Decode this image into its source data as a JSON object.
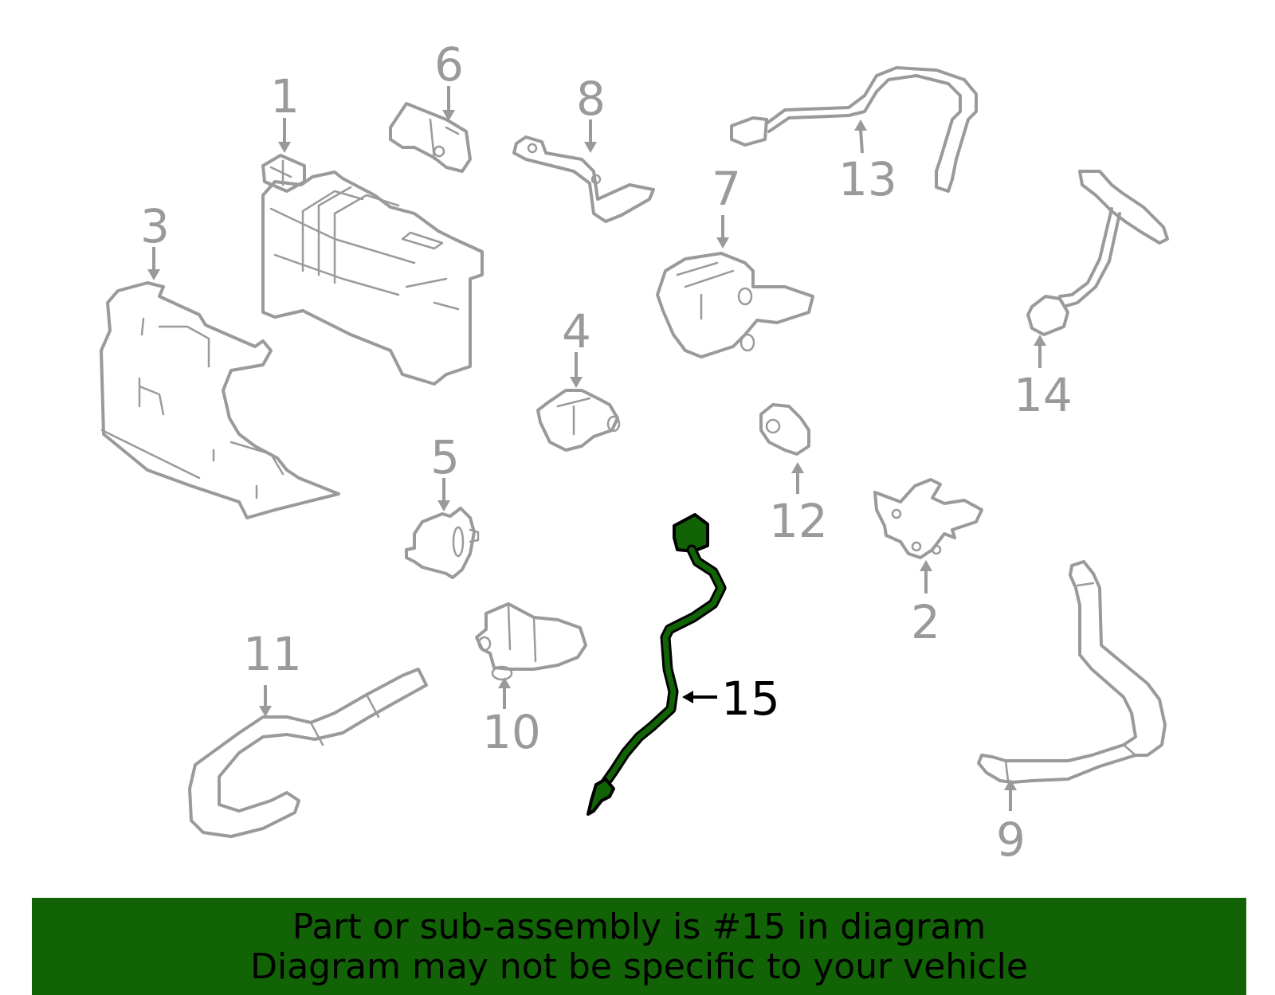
{
  "diagram": {
    "highlight_color": "#126306",
    "part_stroke_color": "#9a9a9a",
    "highlighted_part": "15",
    "callouts": [
      {
        "id": "1",
        "label": "1"
      },
      {
        "id": "2",
        "label": "2"
      },
      {
        "id": "3",
        "label": "3"
      },
      {
        "id": "4",
        "label": "4"
      },
      {
        "id": "5",
        "label": "5"
      },
      {
        "id": "6",
        "label": "6"
      },
      {
        "id": "7",
        "label": "7"
      },
      {
        "id": "8",
        "label": "8"
      },
      {
        "id": "9",
        "label": "9"
      },
      {
        "id": "10",
        "label": "10"
      },
      {
        "id": "11",
        "label": "11"
      },
      {
        "id": "12",
        "label": "12"
      },
      {
        "id": "13",
        "label": "13"
      },
      {
        "id": "14",
        "label": "14"
      },
      {
        "id": "15",
        "label": "15"
      }
    ]
  },
  "banner": {
    "line1": "Part or sub-assembly is #15 in diagram",
    "line2": "Diagram may not be specific to your vehicle",
    "background": "#126306"
  }
}
